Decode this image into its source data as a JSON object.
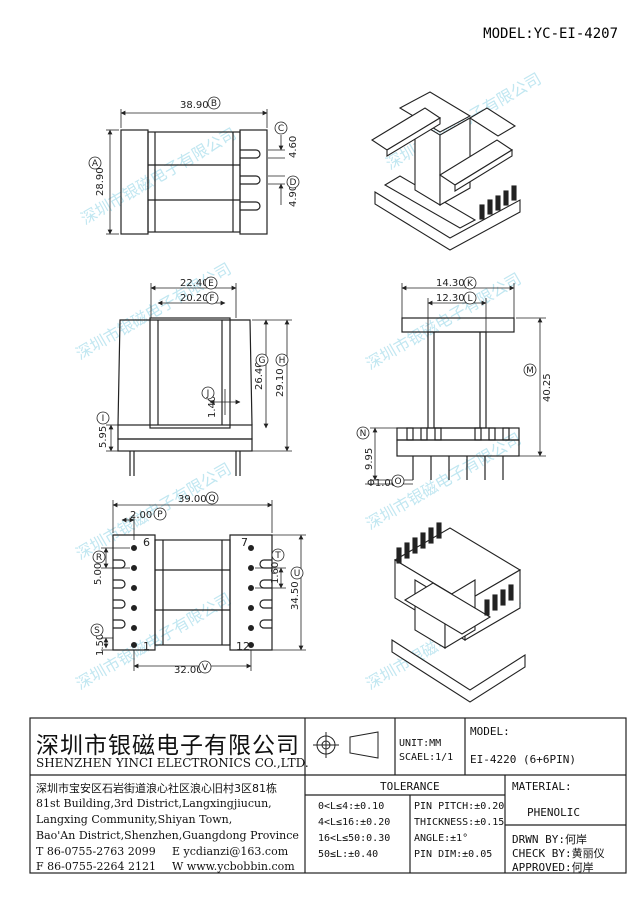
{
  "header": {
    "model": "MODEL:YC-EI-4207"
  },
  "watermark": {
    "text": "深圳市银磁电子有限公司"
  },
  "dims": {
    "top_width": "38.90",
    "top_height": "28.90",
    "top_c": "4.60",
    "top_d": "4.90",
    "front_e": "22.40",
    "front_f": "20.20",
    "front_g": "26.40",
    "front_h": "29.10",
    "front_j": "1.40",
    "front_i": "5.95",
    "side_k": "14.30",
    "side_l": "12.30",
    "side_m": "40.25",
    "side_n": "9.95",
    "side_o": "Φ1.00",
    "bottom_q": "39.00",
    "bottom_p": "2.00",
    "bottom_r": "5.00",
    "bottom_t": "1.60",
    "bottom_u": "34.50",
    "bottom_s": "1.50",
    "bottom_v": "32.00",
    "pin_6": "6",
    "pin_7": "7",
    "pin_1": "1",
    "pin_12": "12"
  },
  "letters": [
    "A",
    "B",
    "C",
    "D",
    "E",
    "F",
    "G",
    "H",
    "I",
    "J",
    "K",
    "L",
    "M",
    "N",
    "O",
    "P",
    "Q",
    "R",
    "S",
    "T",
    "U",
    "V"
  ],
  "title_block": {
    "company_cn": "深圳市银磁电子有限公司",
    "company_en": "SHENZHEN YINCI ELECTRONICS CO.,LTD.",
    "address_cn": "深圳市宝安区石岩街道浪心社区浪心旧村3区81栋",
    "address_en1": "81st Building,3rd District,Langxingjiucun,",
    "address_en2": "Langxing Community,Shiyan Town,",
    "address_en3": "Bao'An District,Shenzhen,Guangdong Province",
    "tel": "T 86-0755-2763 2099",
    "email": "E ycdianzi@163.com",
    "fax": "F 86-0755-2264 2121",
    "web": "W www.ycbobbin.com",
    "unit": "UNIT:MM",
    "scale": "SCAEL:1/1",
    "model_label": "MODEL:",
    "model_value": "EI-4220 (6+6PIN)",
    "tolerance_title": "TOLERANCE",
    "tol": [
      "0<L≤4:±0.10",
      "4<L≤16:±0.20",
      "16<L≤50:0.30",
      "50≤L:±0.40"
    ],
    "pin": [
      "PIN PITCH:±0.20",
      "THICKNESS:±0.15",
      "ANGLE:±1°",
      "PIN DIM:±0.05"
    ],
    "material_label": "MATERIAL:",
    "material_value": "PHENOLIC",
    "drawn": "DRWN BY:何岸",
    "check": "CHECK BY:黄丽仪",
    "approved": "APPROVED:何岸"
  }
}
